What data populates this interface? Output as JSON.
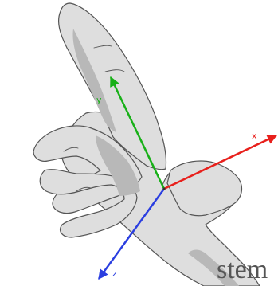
{
  "axes": {
    "x": {
      "label": "x",
      "color": "#e8201c"
    },
    "y": {
      "label": "y",
      "color": "#18b018"
    },
    "z": {
      "label": "z",
      "color": "#2a3ee0"
    }
  },
  "hand": {
    "fill": "#dedede",
    "shadow": "#b8b8b8",
    "outline": "#555555"
  },
  "caption_fragment": "stem"
}
